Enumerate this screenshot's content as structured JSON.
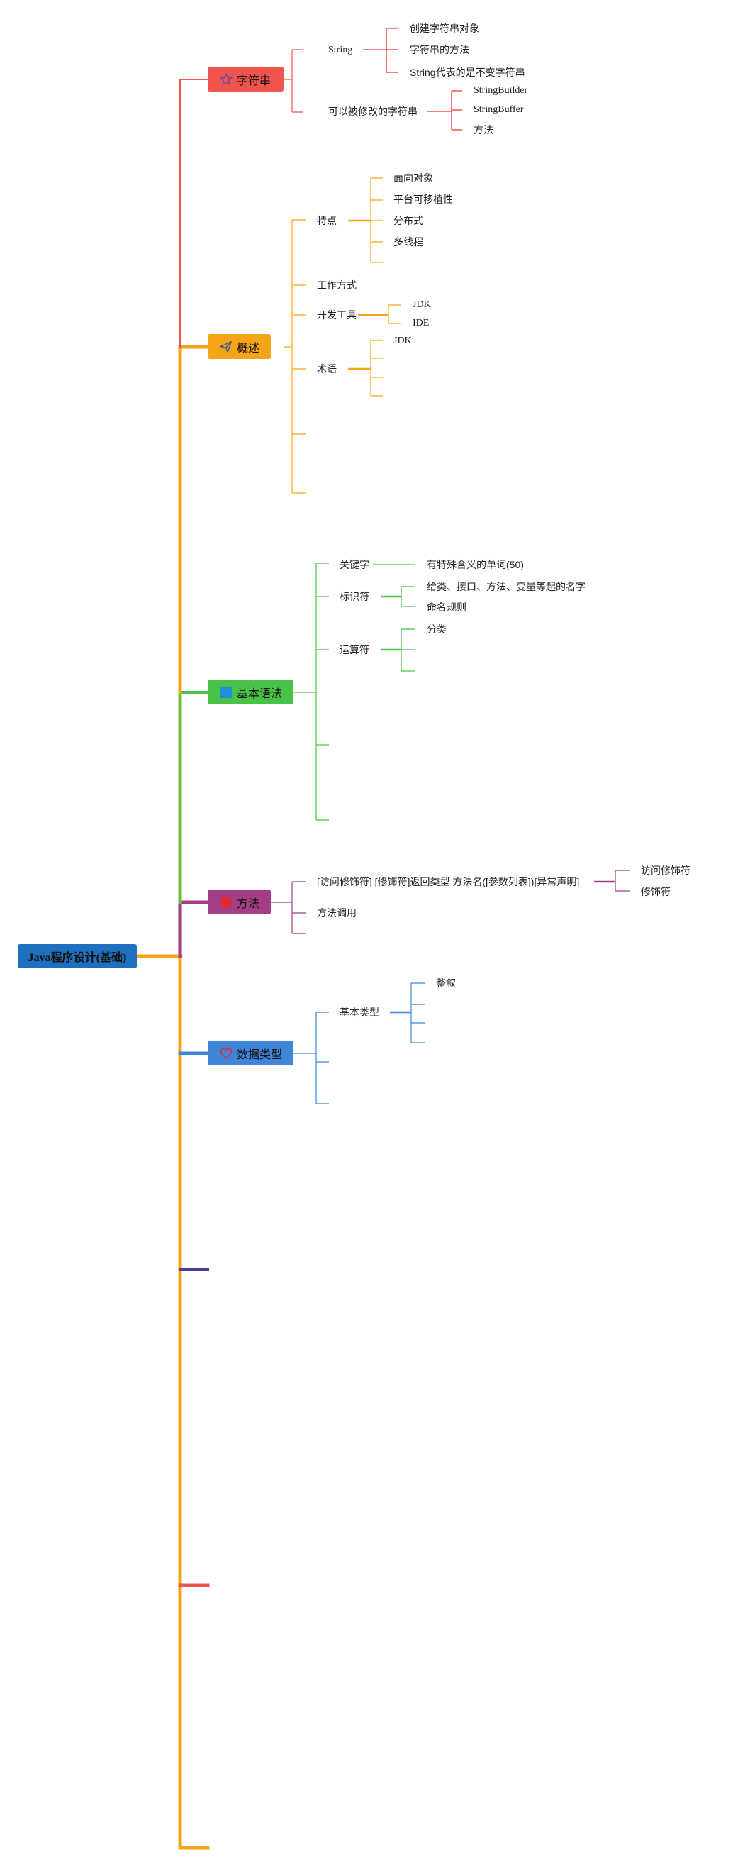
{
  "root": {
    "label": "Java程序设计(基础)",
    "color": "#1f6fbf"
  },
  "colors": {
    "strings": "#f0544e",
    "overview": "#f5a417",
    "syntax": "#4ac147",
    "method": "#a33d86",
    "datatype": "#3f85d8",
    "purple": "#4b3a9a",
    "trunk": "#f5a41a"
  },
  "branches": {
    "strings": {
      "label": "字符串",
      "icon": "star-icon",
      "string": {
        "label": "String",
        "children": [
          "创建字符串对象",
          "字符串的方法",
          "String代表的是不变字符串"
        ]
      },
      "mutable": {
        "label": "可以被修改的字符串",
        "children": [
          "StringBuilder",
          "StringBuffer",
          "方法"
        ]
      }
    },
    "overview": {
      "label": "概述",
      "icon": "paper-plane-icon",
      "features": {
        "label": "特点",
        "children": [
          "面向对象",
          "平台可移植性",
          "分布式",
          "多线程"
        ]
      },
      "work": {
        "label": "工作方式"
      },
      "tools": {
        "label": "开发工具",
        "children": [
          "JDK",
          "IDE"
        ]
      },
      "terms": {
        "label": "术语",
        "children": [
          "JDK"
        ]
      }
    },
    "syntax": {
      "label": "基本语法",
      "icon": "square-icon",
      "keyword": {
        "label": "关键字",
        "children": [
          "有特殊含义的单词(50)"
        ]
      },
      "identifier": {
        "label": "标识符",
        "children": [
          "给类、接口、方法、变量等起的名字",
          "命名规则"
        ]
      },
      "operator": {
        "label": "运算符",
        "children": [
          "分类"
        ]
      }
    },
    "method": {
      "label": "方法",
      "icon": "dot-icon",
      "signature": {
        "label": "[访问修饰符] [修饰符]返回类型 方法名([参数列表])[异常声明]",
        "children": [
          "访问修饰符",
          "修饰符"
        ]
      },
      "call": {
        "label": "方法调用"
      }
    },
    "datatype": {
      "label": "数据类型",
      "icon": "heart-icon",
      "basic": {
        "label": "基本类型",
        "children": [
          "整叙"
        ]
      }
    }
  }
}
